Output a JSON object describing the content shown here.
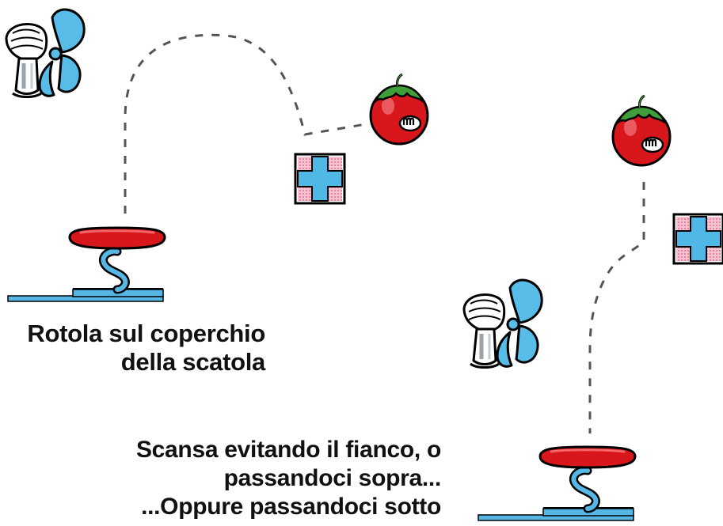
{
  "captions": {
    "roll_lid": {
      "line1": "Rotola sul coperchio",
      "line2": "della scatola"
    },
    "dodge": {
      "line1": "Scansa evitando il fianco, o",
      "line2": "passandoci sopra...",
      "line3": "...Oppure passandoci sotto"
    }
  },
  "tomato": {
    "face_letter": "m"
  },
  "icons": [
    "fan-icon",
    "tomato-icon",
    "bonus-block-icon",
    "springboard-icon"
  ],
  "colors": {
    "fan_blade": "#57bde8",
    "tomato": "#d8171c",
    "leaf": "#3f9e3a",
    "block_cross": "#4fb8e6",
    "block_corner": "#f2a8bb",
    "spring_pad": "#d8171c",
    "platform": "#56b6e4",
    "text": "#111111"
  }
}
